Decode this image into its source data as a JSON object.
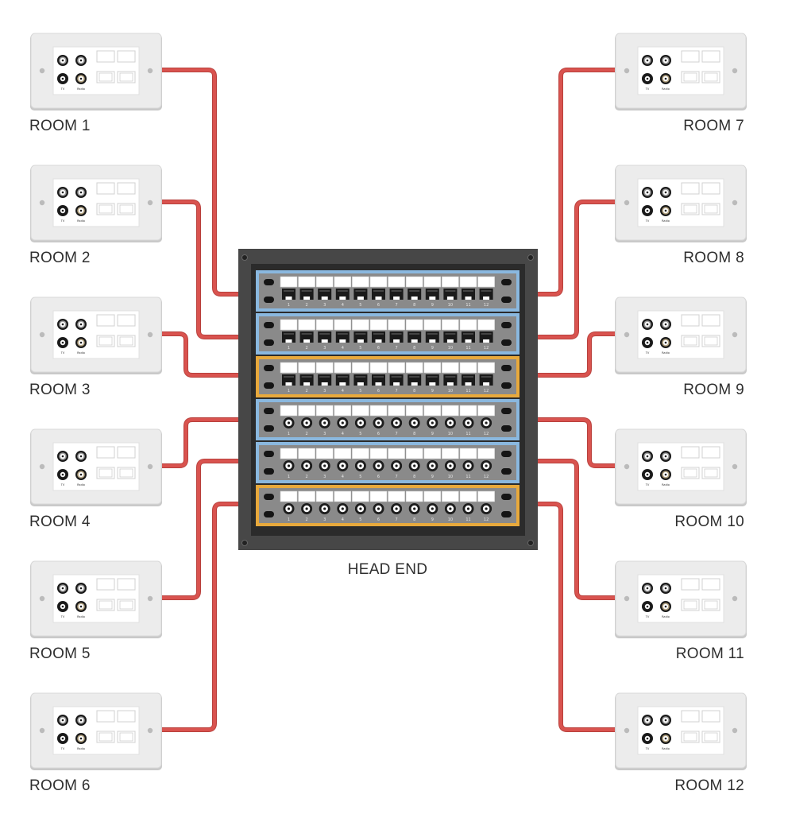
{
  "rooms_left": [
    {
      "label": "ROOM 1"
    },
    {
      "label": "ROOM 2"
    },
    {
      "label": "ROOM 3"
    },
    {
      "label": "ROOM 4"
    },
    {
      "label": "ROOM 5"
    },
    {
      "label": "ROOM 6"
    }
  ],
  "rooms_right": [
    {
      "label": "ROOM 7"
    },
    {
      "label": "ROOM 8"
    },
    {
      "label": "ROOM 9"
    },
    {
      "label": "ROOM 10"
    },
    {
      "label": "ROOM 11"
    },
    {
      "label": "ROOM 12"
    }
  ],
  "head_end": {
    "label": "HEAD END",
    "panels": [
      {
        "kind": "rj45",
        "accent": "#8ab8df"
      },
      {
        "kind": "rj45",
        "accent": "#8ab8df"
      },
      {
        "kind": "rj45",
        "accent": "#e8a93c"
      },
      {
        "kind": "coax",
        "accent": "#8ab8df"
      },
      {
        "kind": "coax",
        "accent": "#8ab8df"
      },
      {
        "kind": "coax",
        "accent": "#e8a93c"
      }
    ],
    "port_numbers": [
      "1",
      "2",
      "3",
      "4",
      "5",
      "6",
      "7",
      "8",
      "9",
      "10",
      "11",
      "12"
    ]
  },
  "wall_plate": {
    "jack_labels": [
      "TV",
      "Radio"
    ]
  },
  "icons": {
    "wall_plate": "wall-outlet-plate-icon",
    "rj45_port": "ethernet-port-icon",
    "coax_port": "coax-port-icon"
  },
  "colors": {
    "cable": "#d9534f",
    "rack": "#474747",
    "panel": "#8a8a8a",
    "accent_blue": "#8ab8df",
    "accent_orange": "#e8a93c",
    "text": "#2f2f2f"
  }
}
